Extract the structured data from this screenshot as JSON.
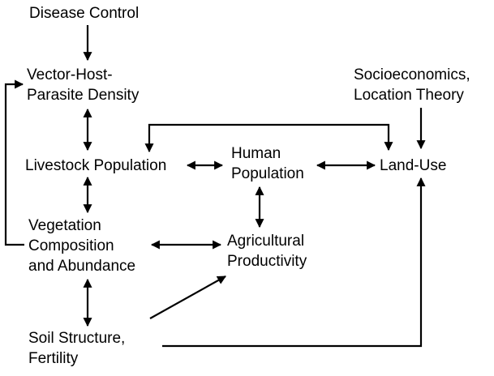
{
  "nodes": {
    "disease_control": {
      "lines": [
        "Disease Control"
      ]
    },
    "vector_host_parasite": {
      "lines": [
        "Vector-Host-",
        "Parasite Density"
      ]
    },
    "socioeconomics": {
      "lines": [
        "Socioeconomics,",
        "Location Theory"
      ]
    },
    "livestock_population": {
      "lines": [
        "Livestock Population"
      ]
    },
    "human_population": {
      "lines": [
        "Human",
        "Population"
      ]
    },
    "land_use": {
      "lines": [
        "Land-Use"
      ]
    },
    "vegetation": {
      "lines": [
        "Vegetation",
        "Composition",
        "and Abundance"
      ]
    },
    "agricultural_productivity": {
      "lines": [
        "Agricultural",
        "Productivity"
      ]
    },
    "soil_structure": {
      "lines": [
        "Soil Structure,",
        "Fertility"
      ]
    }
  },
  "colors": {
    "ink": "#000000",
    "background": "#ffffff"
  }
}
